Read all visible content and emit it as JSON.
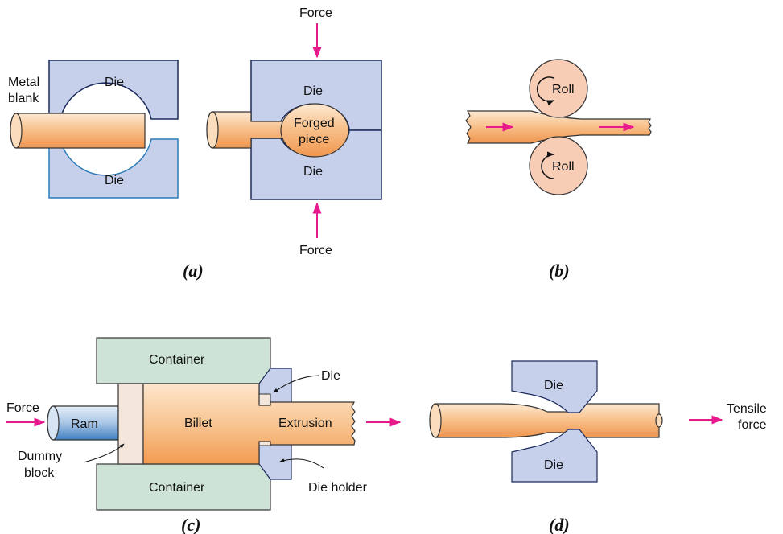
{
  "colors": {
    "die": "#c6d0ea",
    "die_stroke": "#1b2a5c",
    "holder_stroke": "#2a7ab8",
    "metal_light": "#fde6cc",
    "metal_dark": "#f3a15d",
    "roll": "#f7cdb6",
    "container": "#cde3d6",
    "dummy": "#f4e6da",
    "ram_light": "#e3edf8",
    "ram_dark": "#4a88c4",
    "arrow": "#e8198b"
  },
  "panel_a": {
    "caption": "(a)",
    "metal_blank_label_1": "Metal",
    "metal_blank_label_2": "blank",
    "die_top_label": "Die",
    "die_bottom_label": "Die",
    "die_right_top_label": "Die",
    "die_right_bottom_label": "Die",
    "forged_piece_label_1": "Forged",
    "forged_piece_label_2": "piece",
    "force_top_label": "Force",
    "force_bottom_label": "Force"
  },
  "panel_b": {
    "caption": "(b)",
    "roll_top_label": "Roll",
    "roll_bottom_label": "Roll"
  },
  "panel_c": {
    "caption": "(c)",
    "container_top_label": "Container",
    "container_bottom_label": "Container",
    "ram_label": "Ram",
    "billet_label": "Billet",
    "extrusion_label": "Extrusion",
    "force_label": "Force",
    "dummy_block_label_1": "Dummy",
    "dummy_block_label_2": "block",
    "die_label": "Die",
    "die_holder_label": "Die holder"
  },
  "panel_d": {
    "caption": "(d)",
    "die_top_label": "Die",
    "die_bottom_label": "Die",
    "tensile_label_1": "Tensile",
    "tensile_label_2": "force"
  }
}
